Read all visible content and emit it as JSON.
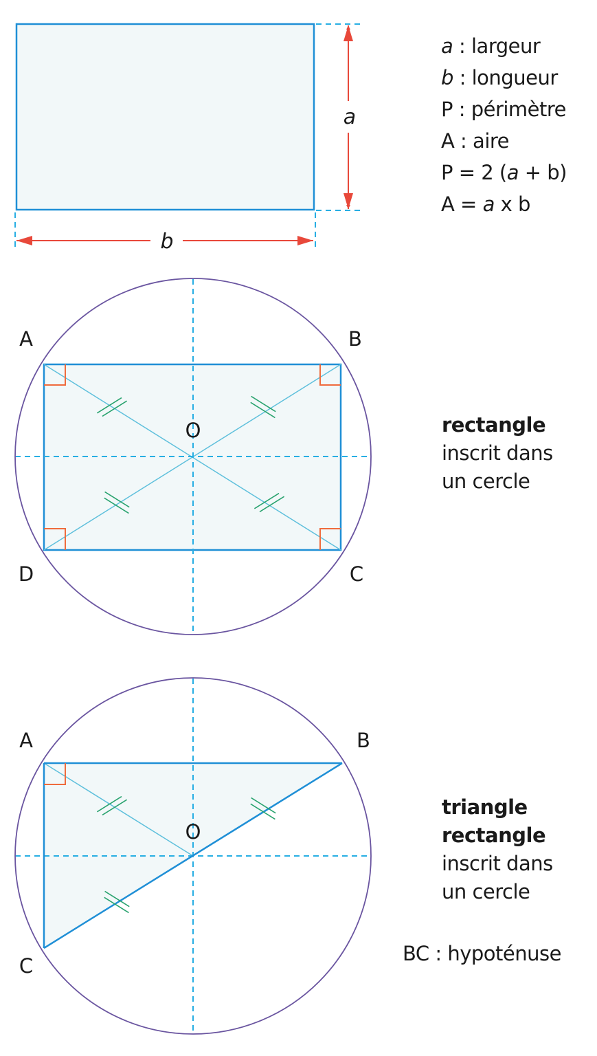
{
  "colors": {
    "shape_stroke": "#1f8fd6",
    "shape_fill": "#f2f8f9",
    "axis_dash": "#27aee3",
    "dimension_arrow": "#e8483a",
    "right_angle": "#ef6b3d",
    "diagonal": "#5fc0dc",
    "tick_mark": "#2aa36f",
    "circle": "#6a55a0"
  },
  "figure1": {
    "dimension_a": "a",
    "dimension_b": "b",
    "legend": [
      {
        "symbol": "a",
        "symbol_italic": true,
        "text": " : largeur"
      },
      {
        "symbol": "b",
        "symbol_italic": true,
        "text": " : longueur"
      },
      {
        "symbol": "P",
        "symbol_italic": false,
        "text": " : périmètre"
      },
      {
        "symbol": "A",
        "symbol_italic": false,
        "text": " : aire"
      }
    ],
    "formula_perimeter": {
      "prefix": "P = 2 (",
      "var": "a",
      "suffix": " + b)"
    },
    "formula_area": {
      "prefix": "A = ",
      "var": "a",
      "suffix": " x b"
    }
  },
  "figure2": {
    "vertices": {
      "A": "A",
      "B": "B",
      "C": "C",
      "D": "D"
    },
    "center": "O",
    "caption_bold": "rectangle",
    "caption_lines": [
      "inscrit dans",
      "un cercle"
    ]
  },
  "figure3": {
    "vertices": {
      "A": "A",
      "B": "B",
      "C": "C"
    },
    "center": "O",
    "caption_bold_lines": [
      "triangle",
      "rectangle"
    ],
    "caption_lines": [
      "inscrit dans",
      "un cercle"
    ],
    "hypotenuse_note": "BC : hypoténuse"
  }
}
